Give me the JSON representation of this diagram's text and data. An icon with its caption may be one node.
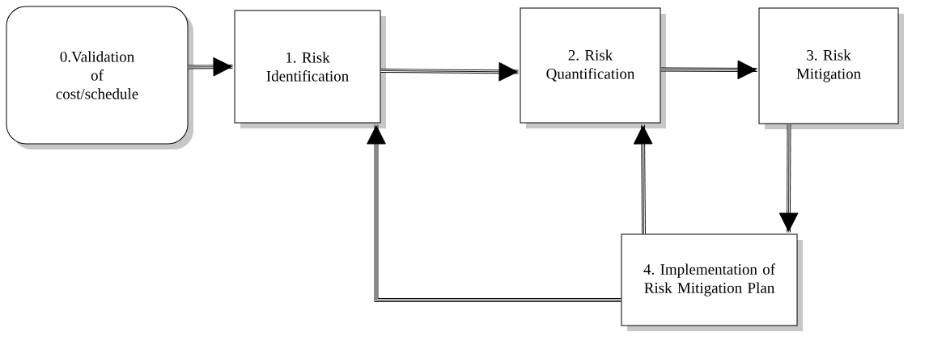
{
  "diagram": {
    "nodes": [
      {
        "text": [
          "0.Validation of cost/schedule"
        ]
      },
      {
        "text": [
          "1. Risk Identification"
        ]
      },
      {
        "text": [
          "2. Risk Quantification"
        ]
      },
      {
        "text": [
          "3. Risk Mitigation"
        ]
      },
      {
        "text": [
          "4. Implementation of Risk Mitigation Plan"
        ]
      }
    ],
    "edges": [
      {
        "from": 0,
        "to": 1,
        "arrow": "to"
      },
      {
        "from": 1,
        "to": 2,
        "arrow": "to"
      },
      {
        "from": 2,
        "to": 3,
        "arrow": "to"
      },
      {
        "from": 3,
        "to": 4,
        "arrow": "to"
      },
      {
        "from": 4,
        "to": 1,
        "arrow": "to"
      },
      {
        "from": 4,
        "to": 2,
        "arrow": "to"
      }
    ]
  }
}
